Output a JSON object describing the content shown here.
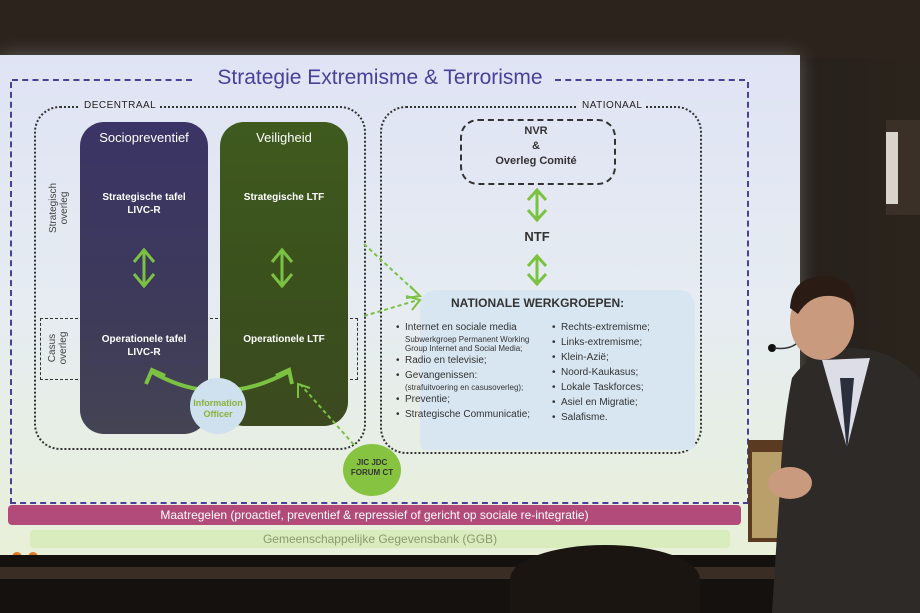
{
  "slide": {
    "title": "Strategie Extremisme & Terrorisme",
    "decentraal_label": "DECENTRAAL",
    "nationaal_label": "NATIONAAL",
    "side_strategisch": "Strategisch overleg",
    "side_casus": "Casus overleg",
    "socio": {
      "heading": "Sociopreventief",
      "strategic": "Strategische tafel LIVC-R",
      "operational": "Operationele tafel LIVC-R"
    },
    "veil": {
      "heading": "Veiligheid",
      "strategic": "Strategische LTF",
      "operational": "Operationele LTF"
    },
    "info_officer": "Information Officer",
    "jic": "JIC JDC FORUM CT",
    "nvr_line1": "NVR",
    "nvr_line2": "&",
    "nvr_line3": "Overleg Comité",
    "ntf": "NTF",
    "werkgroepen_title": "NATIONALE WERKGROEPEN:",
    "werkgroepen_left": [
      {
        "text": "Internet en sociale media",
        "sub": "Subwerkgroep Permanent Working Group Internet and Social Media;"
      },
      {
        "text": "Radio en televisie;",
        "sub": ""
      },
      {
        "text": "Gevangenissen:",
        "sub": "(strafuitvoering en casusoverleg);"
      },
      {
        "text": "Preventie;",
        "sub": ""
      },
      {
        "text": "Strategische Communicatie;",
        "sub": ""
      }
    ],
    "werkgroepen_right": [
      "Rechts-extremisme;",
      "Links-extremisme;",
      "Klein-Azië;",
      "Noord-Kaukasus;",
      "Lokale Taskforces;",
      "Asiel en Migratie;",
      "Salafisme."
    ],
    "maatregelen": "Maatregelen (proactief, preventief & repressief of gericht op sociale re-integratie)",
    "ggb": "Gemeenschappelijke Gegevensbank (GGB)"
  },
  "colors": {
    "title": "#4a3f9a",
    "socio_pill": "#3b3466",
    "veil_pill": "#3f5a1e",
    "arrow_green": "#7cc242",
    "maatregelen_bar": "#b24b79",
    "ggb_bar": "#d9ecbd"
  }
}
